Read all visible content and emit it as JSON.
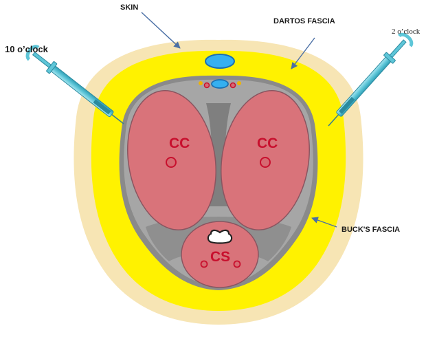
{
  "labels": {
    "skin": "SKIN",
    "dartos_fascia": "DARTOS FASCIA",
    "bucks_fascia": "BUCK'S FASCIA",
    "left_position": "10 o’clock",
    "right_position": "2 o’clock"
  },
  "chambers": {
    "left_cc": "CC",
    "right_cc": "CC",
    "cs": "CS"
  },
  "colors": {
    "skin": "#f7e5b4",
    "dartos": "#fff200",
    "bucks_fascia": "#8a8a8a",
    "tunica": "#a6a6a6",
    "corpus": "#d9737a",
    "vessel_blue": "#35b0f0",
    "artery_red": "#c8102e",
    "arrow": "#4a6fa5",
    "syringe": "#5ec6d8"
  },
  "icons": {
    "left_needle": "syringe-icon",
    "right_needle": "syringe-icon"
  }
}
